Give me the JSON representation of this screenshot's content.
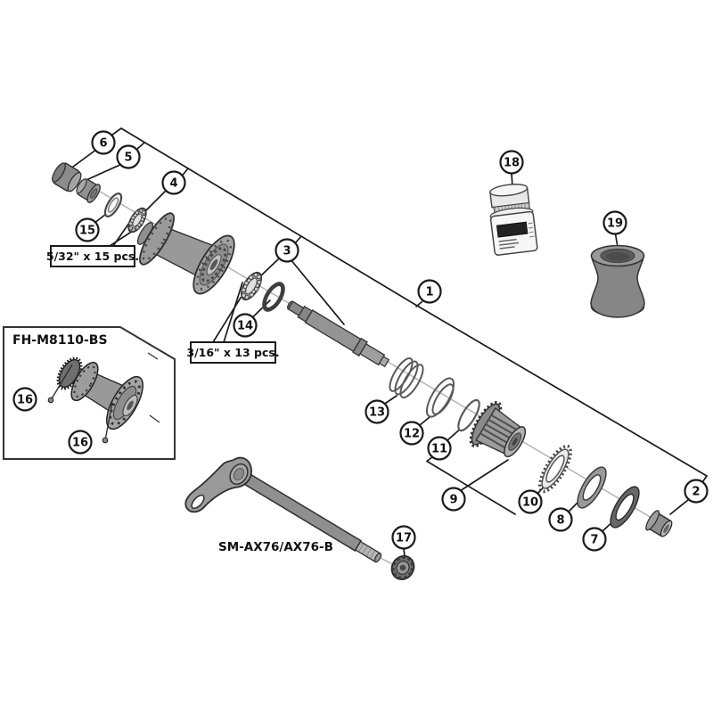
{
  "diagram": {
    "type": "exploded-parts-diagram",
    "labels": {
      "inset_model": "FH-M8110-BS",
      "axle_model": "SM-AX76/AX76-B",
      "balls_small": "5/32\" x 15 pcs.",
      "balls_large": "3/16\" x 13 pcs."
    },
    "callouts": {
      "c1": "1",
      "c2": "2",
      "c3": "3",
      "c4": "4",
      "c5": "5",
      "c6": "6",
      "c7": "7",
      "c8": "8",
      "c9": "9",
      "c10": "10",
      "c11": "11",
      "c12": "12",
      "c13": "13",
      "c14": "14",
      "c15": "15",
      "c16a": "16",
      "c16b": "16",
      "c17": "17",
      "c18": "18",
      "c19": "19"
    },
    "colors": {
      "background": "#ffffff",
      "leader_line": "#1a1a1a",
      "part_outline": "#2f2f2f",
      "part_gray": "#9a9a9a",
      "part_dark_gray": "#6e6e6e",
      "centerline_gray": "#b0b0b0",
      "label_band_black": "#222222"
    }
  }
}
